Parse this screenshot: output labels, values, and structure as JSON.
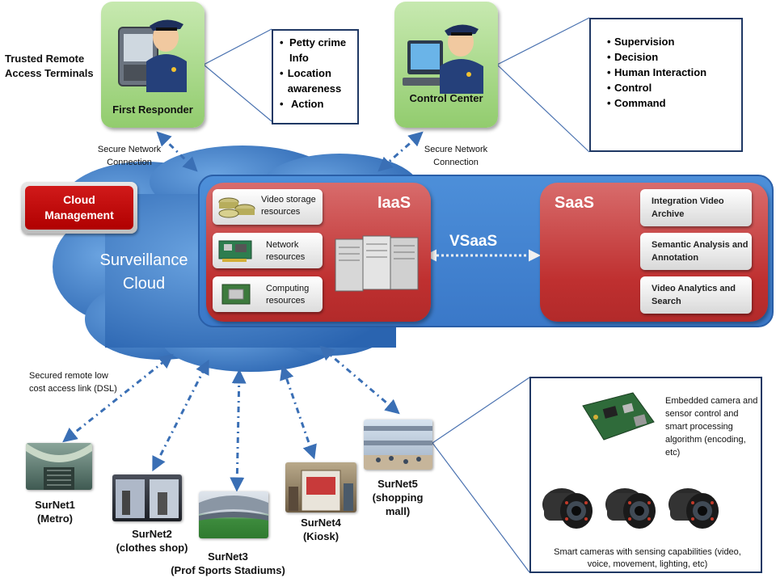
{
  "terminals_label": "Trusted  Remote Access  Terminals",
  "first_responder": {
    "label": "First Responder",
    "bullets": [
      "Petty crime Info",
      "Location awareness",
      "Action"
    ]
  },
  "control_center": {
    "label": "Control Center",
    "bullets": [
      "Supervision",
      "Decision",
      "Human Interaction",
      "Control",
      "Command"
    ]
  },
  "secure_left": "Secure Network Connection",
  "secure_right": "Secure Network Connection",
  "cloud_management": "Cloud Management",
  "cloud_label": "Surveillance Cloud",
  "iaas": {
    "title": "IaaS",
    "resources": [
      "Video storage resources",
      "Network resources",
      "Computing resources"
    ]
  },
  "vsaas": "VSaaS",
  "saas": {
    "title": "SaaS",
    "items": [
      "Integration Video Archive",
      "Semantic Analysis and Annotation",
      "Video Analytics and Search"
    ]
  },
  "secured_link": "Secured remote low cost access link (DSL)",
  "sites": [
    {
      "name": "SurNet1",
      "desc": "(Metro)"
    },
    {
      "name": "SurNet2",
      "desc": "(clothes shop)"
    },
    {
      "name": "SurNet3",
      "desc": "(Prof Sports Stadiums)"
    },
    {
      "name": "SurNet4",
      "desc": "(Kiosk)"
    },
    {
      "name": "SurNet5",
      "desc": "(shopping mall)"
    }
  ],
  "embedded_text": "Embedded camera and sensor control and smart processing algorithm (encoding, etc)",
  "smart_cameras_text": "Smart cameras with sensing capabilities (video, voice, movement, lighting, etc)",
  "colors": {
    "cloud_blue": "#2f6fbf",
    "panel_red": "#c0392b",
    "cloud_mgmt_red": "#c00000",
    "tile_green": "#a8d88a",
    "arrow_blue": "#3a6fb5"
  }
}
